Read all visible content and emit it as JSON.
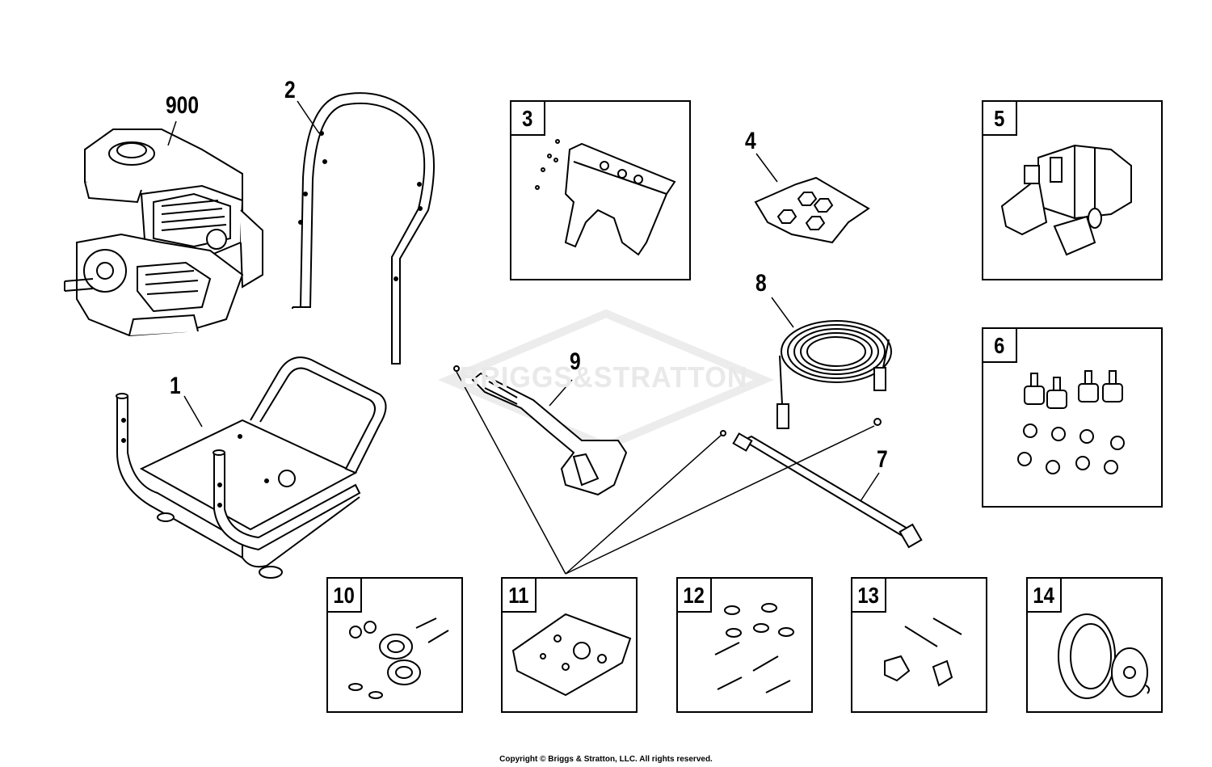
{
  "watermark": "BRIGGS&STRATTON",
  "copyright": "Copyright © Briggs & Stratton, LLC. All rights reserved.",
  "callouts": {
    "engine": "900",
    "handle": "2",
    "frame": "1",
    "nozzle_kit": "4",
    "hose": "8",
    "gun": "9",
    "lance": "7"
  },
  "boxes": {
    "gun_holder": "3",
    "pump": "5",
    "pump_mounting_hardware": "6",
    "frame_hardware": "10",
    "accessory_panel": "11",
    "handle_hardware": "12",
    "knob_bolts": "13",
    "wheel": "14"
  }
}
